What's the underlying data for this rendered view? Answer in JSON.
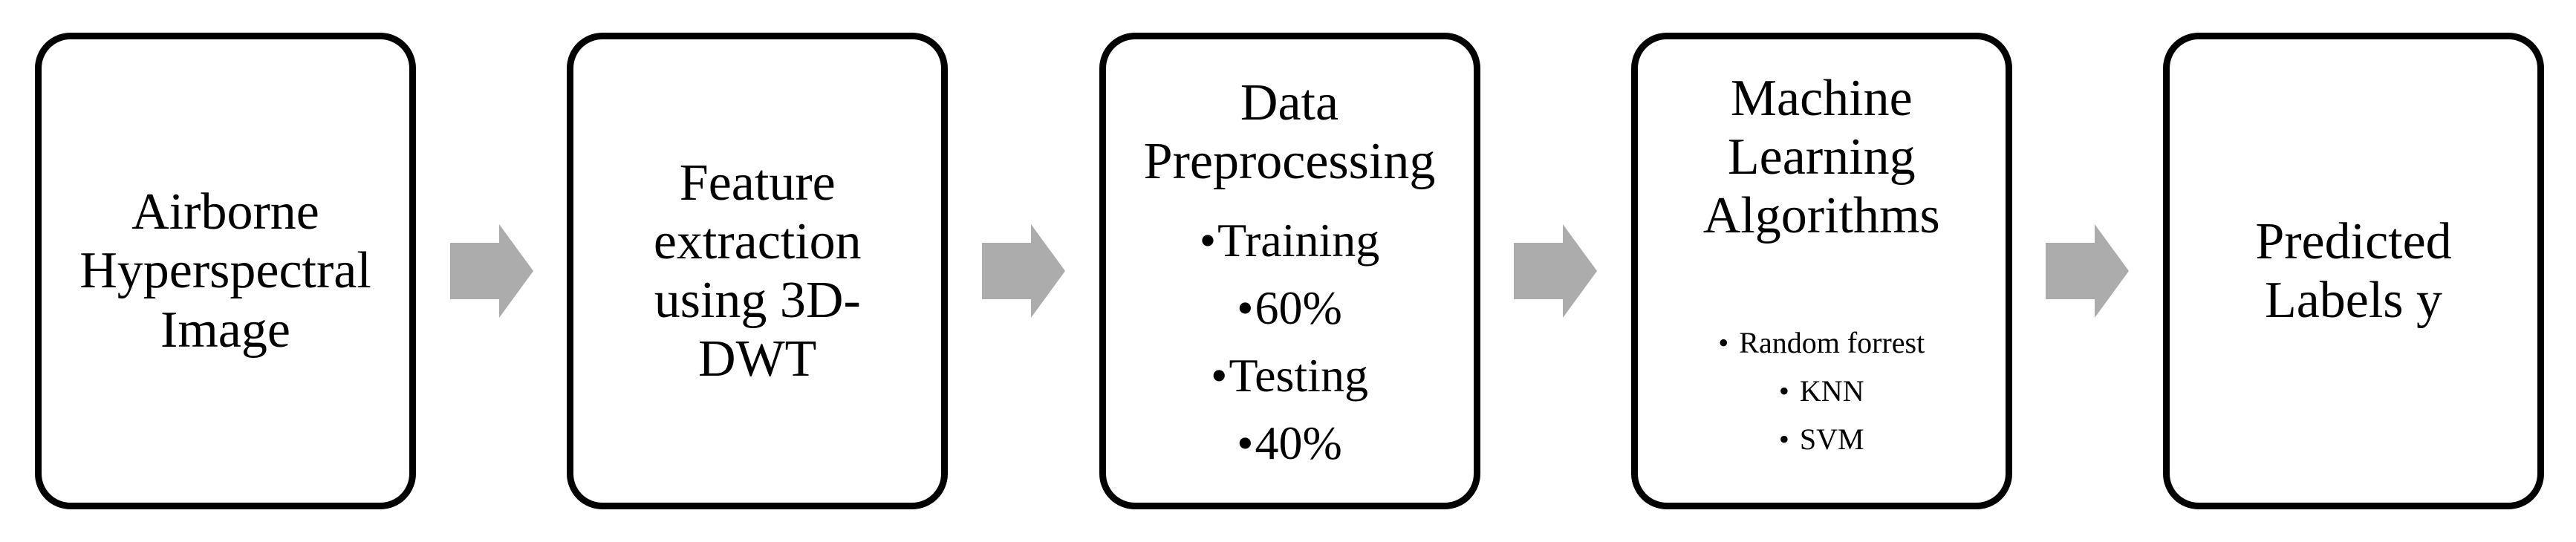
{
  "figure": {
    "type": "flowchart",
    "background_color": "#FFFFFF",
    "box_fill_color": "#FFFFFF",
    "box_border_color": "#000000",
    "text_color": "#000000",
    "arrow_color": "#ACACAC",
    "bullet_glyph": "•"
  },
  "flow": {
    "boxes": [
      {
        "id": "airborne-hyperspectral-image",
        "title": "Airborne\nHyperspectral\nImage",
        "bullets": []
      },
      {
        "id": "feature-extraction-3d-dwt",
        "title": "Feature\nextraction\nusing 3D-\nDWT",
        "bullets": []
      },
      {
        "id": "data-preprocessing",
        "title": "Data\nPreprocessing",
        "bullets": [
          {
            "text": "Training",
            "level": 1
          },
          {
            "text": "60%",
            "level": 2
          },
          {
            "text": "Testing",
            "level": 1
          },
          {
            "text": "40%",
            "level": 2
          }
        ]
      },
      {
        "id": "machine-learning-algorithms",
        "title": "Machine\nLearning\nAlgorithms",
        "bullets": [
          {
            "text": "Random forrest",
            "level": 1
          },
          {
            "text": "KNN",
            "level": 1
          },
          {
            "text": "SVM",
            "level": 1
          }
        ]
      },
      {
        "id": "predicted-labels-y",
        "title": "Predicted\nLabels y",
        "bullets": []
      }
    ]
  }
}
